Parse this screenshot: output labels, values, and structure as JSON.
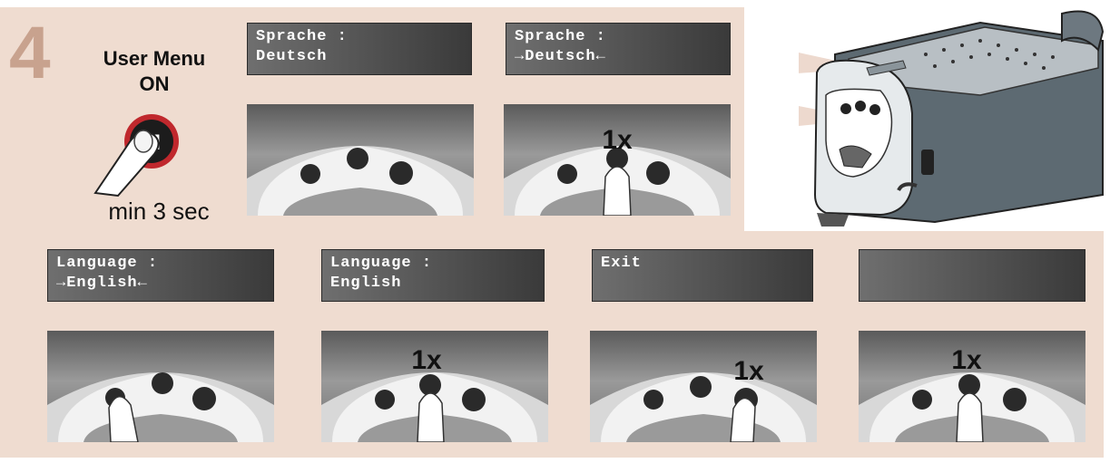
{
  "step_number": "4",
  "user_menu": {
    "line1": "User Menu",
    "line2": "ON",
    "button_letter": "M",
    "hold_time": "min 3 sec"
  },
  "displays": [
    {
      "line1": "Sprache :",
      "line2": "Deutsch"
    },
    {
      "line1": "Sprache :",
      "line2": "→Deutsch←"
    },
    {
      "line1": "Language :",
      "line2": "→English←"
    },
    {
      "line1": "Language :",
      "line2": "English"
    },
    {
      "line1": "Exit",
      "line2": ""
    },
    {
      "line1": "",
      "line2": ""
    }
  ],
  "presses": [
    "1x",
    "1x",
    "1x",
    "1x"
  ],
  "colors": {
    "background": "#efdcd0",
    "step_number": "#c8a28e",
    "button_ring": "#c0282d"
  }
}
